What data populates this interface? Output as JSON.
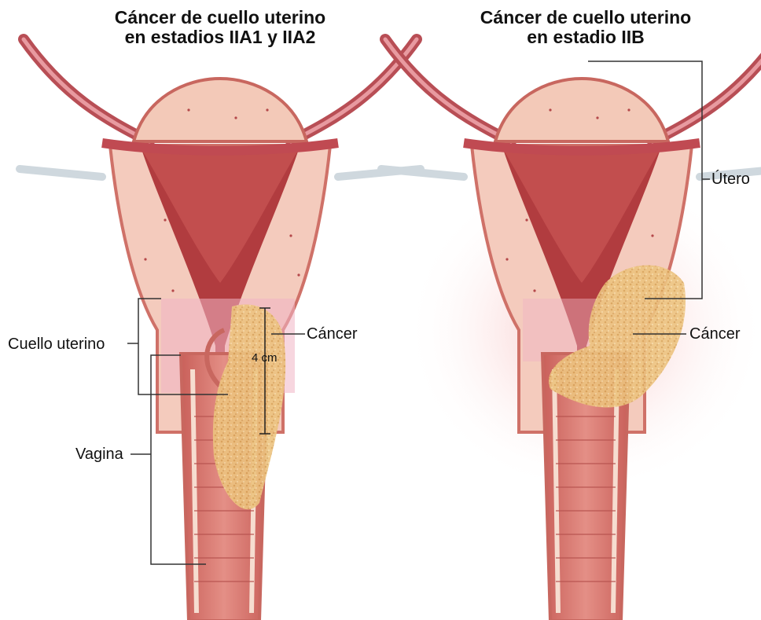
{
  "panels": [
    {
      "title_line1": "Cáncer de cuello uterino",
      "title_line2": "en estadios IIA1 y IIA2",
      "labels": {
        "cervix": "Cuello uterino",
        "cancer": "Cáncer",
        "vagina": "Vagina",
        "measure": "4 cm"
      }
    },
    {
      "title_line1": "Cáncer de cuello uterino",
      "title_line2": "en estadio IIB",
      "labels": {
        "uterus": "Útero",
        "cancer": "Cáncer"
      }
    }
  ],
  "colors": {
    "tissue_light": "#f2c4b4",
    "tissue_dark": "#c95a55",
    "cavity": "#a83a3a",
    "cervix_tint": "#f0b4c4",
    "tumor": "#e9c07a",
    "tumor_halo": "#f7c9c9"
  }
}
